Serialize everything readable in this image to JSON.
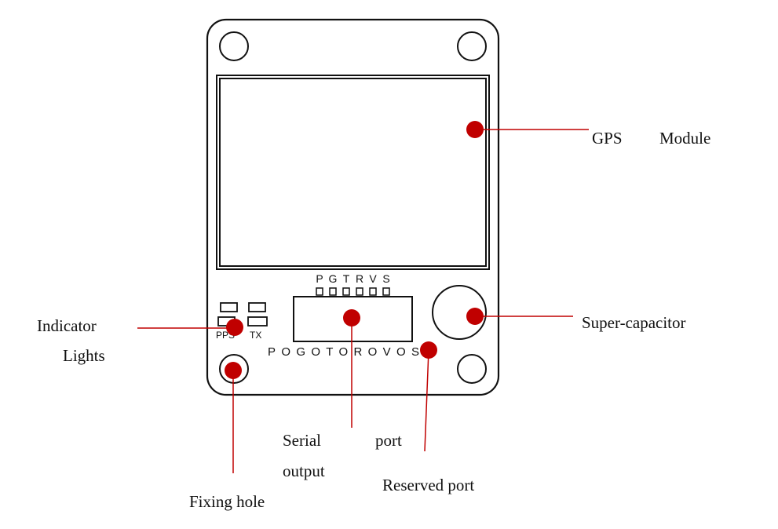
{
  "board": {
    "pin_labels_top": [
      "P",
      "G",
      "T",
      "R",
      "V",
      "S"
    ],
    "pin_labels_bottom": "POGOTOROVOSO",
    "led_labels": {
      "pps": "PPS",
      "tx": "TX"
    }
  },
  "callouts": {
    "gps_module": {
      "word1": "GPS",
      "word2": "Module"
    },
    "indicator_lights": {
      "line1": "Indicator",
      "line2": "Lights"
    },
    "super_capacitor": "Super-capacitor",
    "serial_output": {
      "line1": "Serial",
      "line2": "output"
    },
    "port": "port",
    "reserved_port": "Reserved port",
    "fixing_hole": "Fixing hole"
  },
  "colors": {
    "marker": "#c00000",
    "leader_line": "#c00000",
    "outline": "#111111"
  }
}
